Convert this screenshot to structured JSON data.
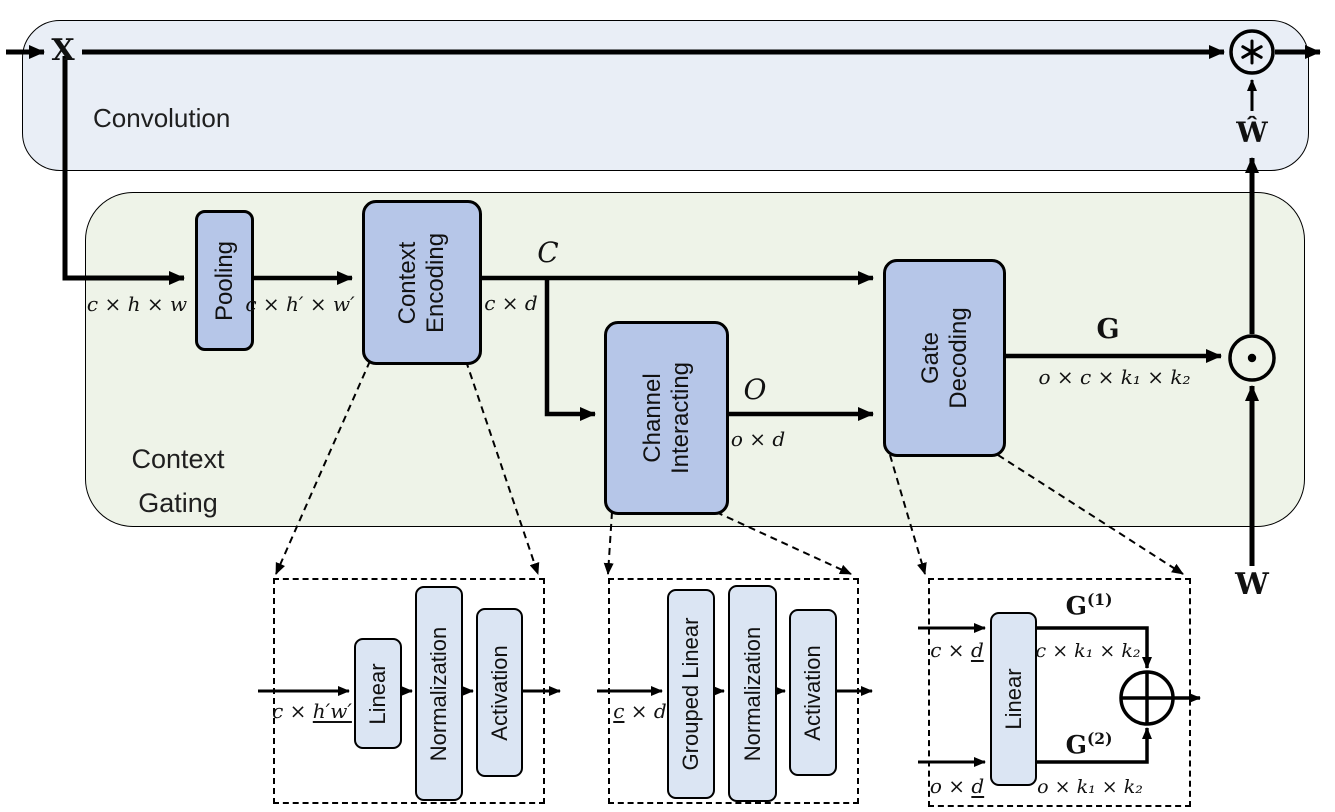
{
  "colors": {
    "conv_bg": "#e9eef6",
    "gating_bg": "#eef3e8",
    "block_fill": "#b6c6e8",
    "detail_fill": "#dbe5f3",
    "line": "#000000"
  },
  "conv": {
    "title": "Convolution",
    "x": "X",
    "w_hat": "Ŵ"
  },
  "operators": {
    "convolution": "∗",
    "hadamard": "⊙",
    "sum": "⊕"
  },
  "gating": {
    "title_lines": [
      "Context",
      "Gating"
    ],
    "pooling": "Pooling",
    "context_encoding": [
      "Context",
      "Encoding"
    ],
    "channel_interacting": [
      "Channel",
      "Interacting"
    ],
    "gate_decoding": [
      "Gate",
      "Decoding"
    ],
    "dim_input": "c × h × w",
    "dim_pooled": "c × h′ × w′",
    "var_c": "C",
    "dim_c": "c × d",
    "var_o": "O",
    "dim_o": "o × d",
    "var_g": "G",
    "dim_g": "o × c × k₁ × k₂",
    "w": "W"
  },
  "enc_detail": {
    "input_pre": "c × ",
    "input_und": "h′w′",
    "blocks": [
      "Linear",
      "Normalization",
      "Activation"
    ]
  },
  "int_detail": {
    "input_und": "c",
    "input_post": " × d",
    "blocks": [
      "Grouped Linear",
      "Normalization",
      "Activation"
    ]
  },
  "dec_detail": {
    "linear": "Linear",
    "in_top_pre": "c × ",
    "in_top_und": "d",
    "in_bot_pre": "o × ",
    "in_bot_und": "d",
    "g1_base": "G",
    "g1_sup": "(1)",
    "g1_dim": "c × k₁ × k₂",
    "g2_base": "G",
    "g2_sup": "(2)",
    "g2_dim": "o × k₁ × k₂"
  }
}
